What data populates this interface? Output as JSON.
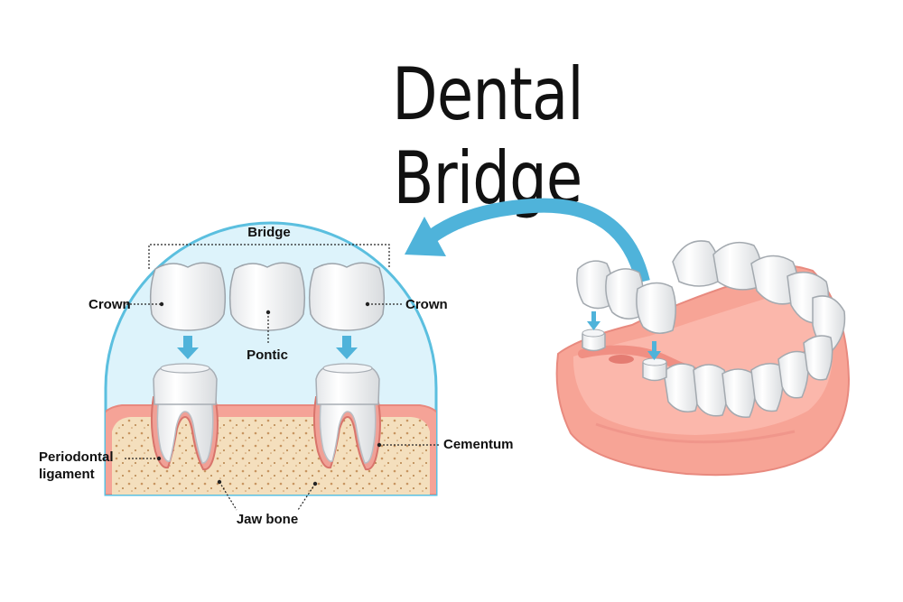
{
  "title": "Dental Bridge",
  "labels": {
    "bridge": "Bridge",
    "crown_left": "Crown",
    "crown_right": "Crown",
    "pontic": "Pontic",
    "periodontal_ligament_line1": "Periodontal",
    "periodontal_ligament_line2": "ligament",
    "cementum": "Cementum",
    "jaw_bone": "Jaw bone"
  },
  "colors": {
    "circle_fill": "#ddf3fb",
    "circle_stroke": "#5bbfdf",
    "arrow": "#4fb3da",
    "gum": "#f7a79b",
    "gum_dark": "#ee8c82",
    "bone": "#f4dfbd",
    "tooth": "#ffffff",
    "tooth_shade": "#dcdfe2"
  }
}
